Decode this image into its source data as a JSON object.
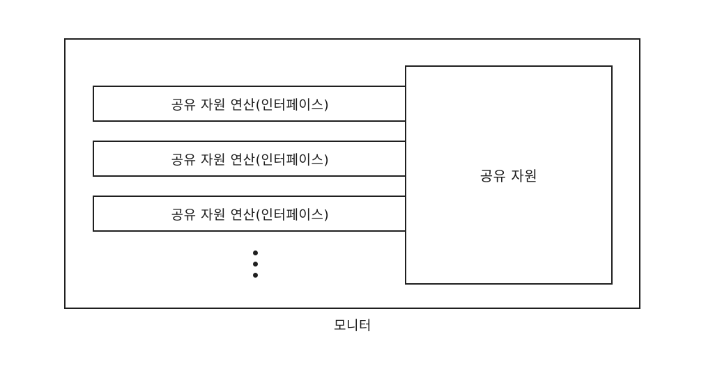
{
  "diagram": {
    "monitor_label": "모니터",
    "shared_resource_label": "공유 자원",
    "operations": [
      {
        "label": "공유 자원 연산(인터페이스)"
      },
      {
        "label": "공유 자원 연산(인터페이스)"
      },
      {
        "label": "공유 자원 연산(인터페이스)"
      }
    ],
    "continuation": "vertical-ellipsis"
  }
}
